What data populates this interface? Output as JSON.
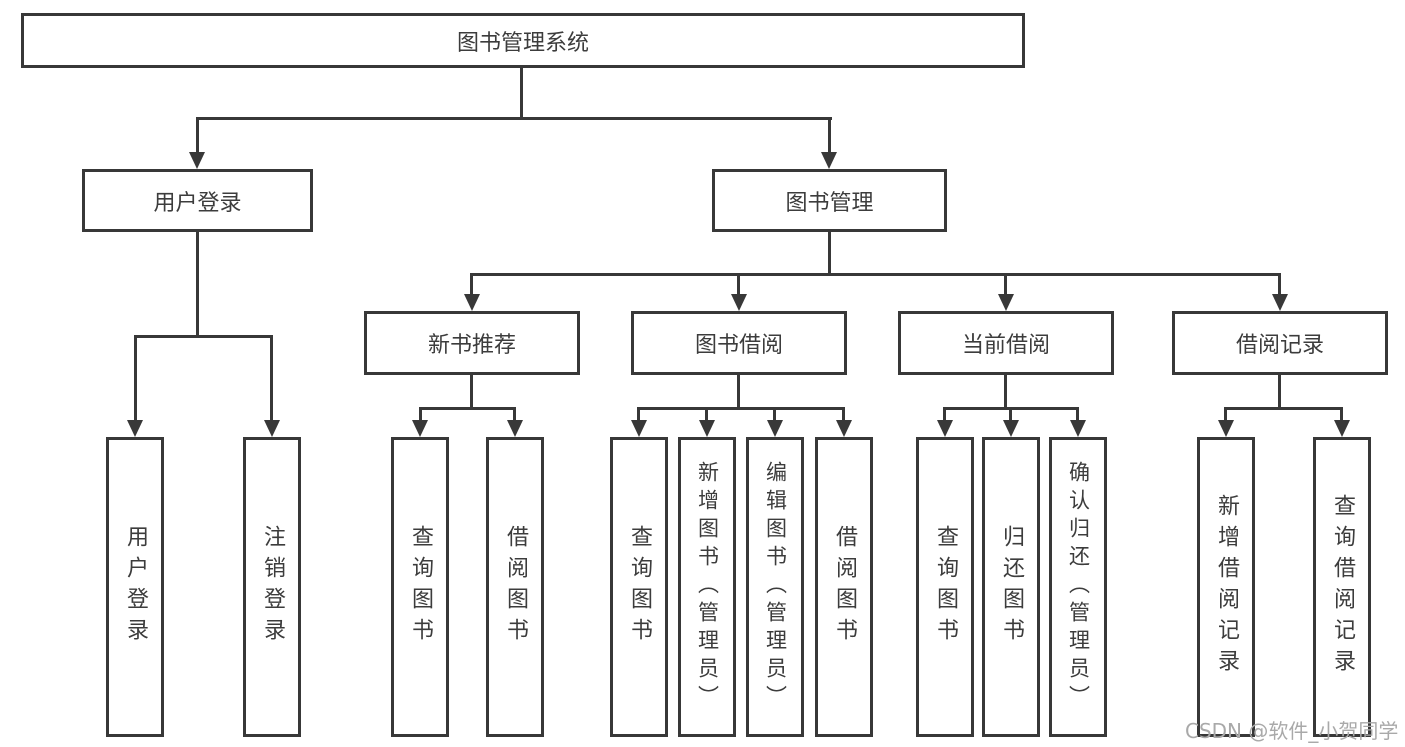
{
  "diagram": {
    "tree": {
      "label": "图书管理系统",
      "children": [
        {
          "label": "用户登录",
          "children": [
            {
              "label": "用户登录"
            },
            {
              "label": "注销登录"
            }
          ]
        },
        {
          "label": "图书管理",
          "children": [
            {
              "label": "新书推荐",
              "children": [
                {
                  "label": "查询图书"
                },
                {
                  "label": "借阅图书"
                }
              ]
            },
            {
              "label": "图书借阅",
              "children": [
                {
                  "label": "查询图书"
                },
                {
                  "label": "新增图书（管理员）"
                },
                {
                  "label": "编辑图书（管理员）"
                },
                {
                  "label": "借阅图书"
                }
              ]
            },
            {
              "label": "当前借阅",
              "children": [
                {
                  "label": "查询图书"
                },
                {
                  "label": "归还图书"
                },
                {
                  "label": "确认归还（管理员）"
                }
              ]
            },
            {
              "label": "借阅记录",
              "children": [
                {
                  "label": "新增借阅记录"
                },
                {
                  "label": "查询借阅记录"
                }
              ]
            }
          ]
        }
      ]
    },
    "watermark": "CSDN @软件_小贺同学",
    "colors": {
      "line": "#383838",
      "text": "#3c3c3c",
      "watermark": "#a9a9a9",
      "background": "#ffffff"
    }
  }
}
